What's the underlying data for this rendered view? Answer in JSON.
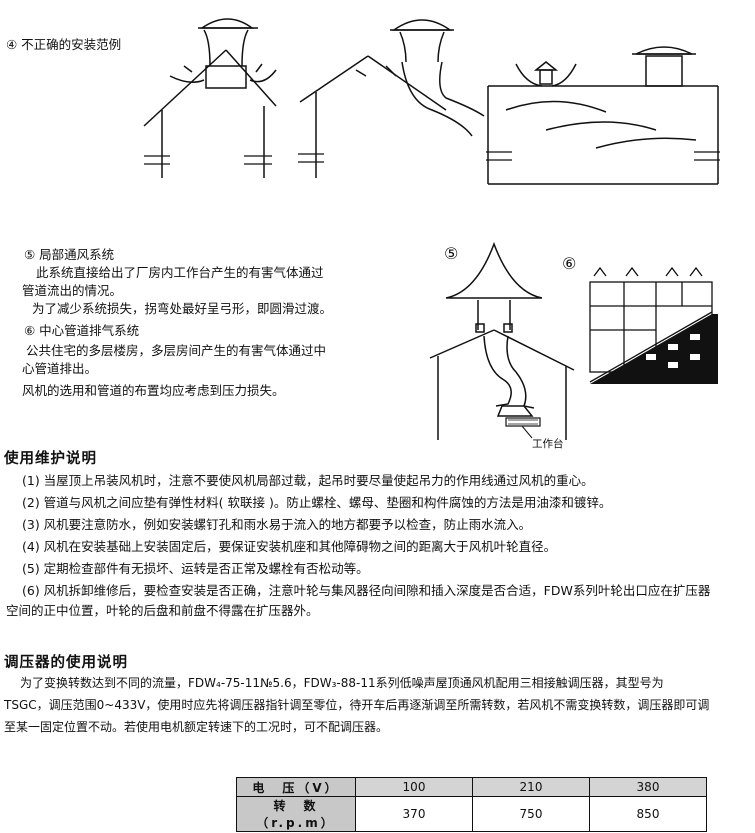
{
  "fig4": {
    "label": "④ 不正确的安装范例"
  },
  "sec5": {
    "title": "⑤ 局部通风系统",
    "lines": [
      "此系统直接给出了厂房内工作台产生的有害气体通过",
      "管道流出的情况。",
      "为了减少系统损失，拐弯处最好呈弓形，即圆滑过渡。"
    ]
  },
  "sec6": {
    "title": "⑥ 中心管道排气系统",
    "lines": [
      "公共住宅的多层楼房，多层房间产生的有害气体通过中",
      "心管道排出。"
    ]
  },
  "note": "风机的选用和管道的布置均应考虑到压力损失。",
  "figs": {
    "num5": "⑤",
    "num6": "⑥",
    "workbench": "工作台"
  },
  "maintenance": {
    "title": "使用维护说明",
    "items": [
      "(1) 当屋顶上吊装风机时，注意不要使风机局部过载，起吊时要尽量使起吊力的作用线通过风机的重心。",
      "(2) 管道与风机之间应垫有弹性材料( 软联接 )。防止螺栓、螺母、垫圈和构件腐蚀的方法是用油漆和镀锌。",
      "(3) 风机要注意防水，例如安装螺钉孔和雨水易于流入的地方都要予以检查，防止雨水流入。",
      "(4) 风机在安装基础上安装固定后，要保证安装机座和其他障碍物之间的距离大于风机叶轮直径。",
      "(5) 定期检查部件有无损坏、运转是否正常及螺栓有否松动等。",
      "(6) 风机拆卸维修后，要检查安装是否正确，注意叶轮与集风器径向间隙和插入深度是否合适，FDW系列叶轮出口应在扩压器",
      "空间的正中位置，叶轮的后盘和前盘不得露在扩压器外。"
    ]
  },
  "regulator": {
    "title": "调压器的使用说明",
    "lines": [
      "为了变换转数达到不同的流量，FDW₄-75-11№5.6，FDW₃-88-11系列低噪声屋顶通风机配用三相接触调压器，其型号为",
      "TSGC，调压范围0~433V，使用时应先将调压器指针调至零位，待开车后再逐渐调至所需转数，若风机不需变换转数，调压器即可调",
      "至某一固定位置不动。若使用电机额定转速下的工况时，可不配调压器。"
    ]
  },
  "table": {
    "row1": {
      "label": "电　压（V）",
      "values": [
        "100",
        "210",
        "380"
      ]
    },
    "row2": {
      "label": "转　数（r.p.m）",
      "values": [
        "370",
        "750",
        "850"
      ]
    }
  }
}
